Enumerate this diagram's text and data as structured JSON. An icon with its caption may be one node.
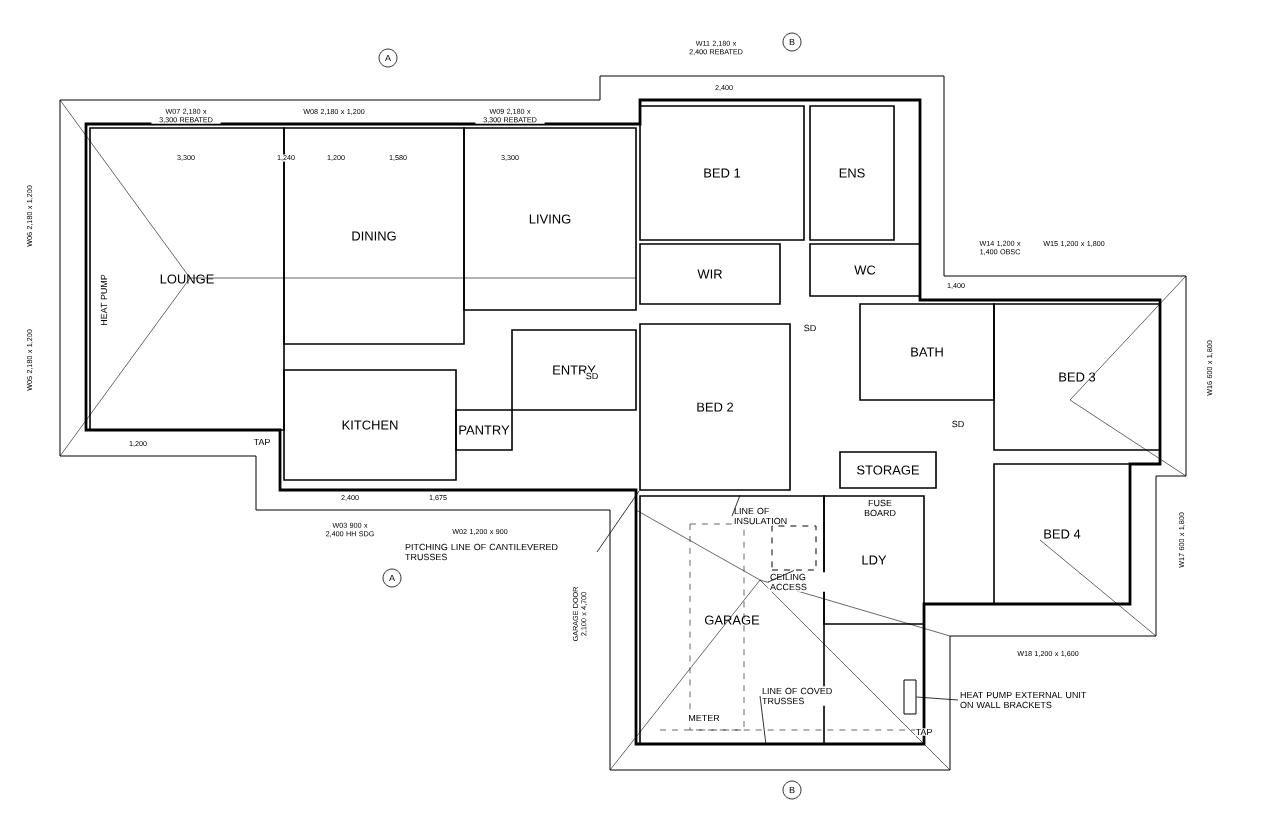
{
  "diagram": {
    "nodes": [
      {
        "text": [
          "LOUNGE"
        ]
      },
      {
        "text": [
          "DINING"
        ]
      },
      {
        "text": [
          "LIVING"
        ]
      },
      {
        "text": [
          "KITCHEN"
        ]
      },
      {
        "text": [
          "PANTRY"
        ]
      },
      {
        "text": [
          "ENTRY"
        ]
      },
      {
        "text": [
          "BED 1"
        ]
      },
      {
        "text": [
          "WIR"
        ]
      },
      {
        "text": [
          "ENS"
        ]
      },
      {
        "text": [
          "WC"
        ]
      },
      {
        "text": [
          "BATH"
        ]
      },
      {
        "text": [
          "BED 2"
        ]
      },
      {
        "text": [
          "BED 3"
        ]
      },
      {
        "text": [
          "STORAGE"
        ]
      },
      {
        "text": [
          "GARAGE"
        ]
      },
      {
        "text": [
          "LDY"
        ]
      },
      {
        "text": [
          "BED 4"
        ]
      },
      {
        "text": [
          "PITCHING LINE OF CANTILEVERED TRUSSES"
        ]
      },
      {
        "text": [
          "LINE OF INSULATION"
        ],
        "in": 14
      },
      {
        "text": [
          "CEILING ACCESS"
        ],
        "in": 14
      },
      {
        "text": [
          "LINE OF COVED TRUSSES"
        ],
        "in": 14
      },
      {
        "text": [
          "HEAT PUMP EXTERNAL UNIT ON WALL BRACKETS"
        ]
      },
      {
        "text": [],
        "shape": "box",
        "in": 14
      },
      {
        "text": [],
        "shape": "box"
      }
    ],
    "edges": [
      {
        "from": 17,
        "to": 11,
        "arrow": "none"
      },
      {
        "from": 18,
        "to": 14,
        "arrow": "none"
      },
      {
        "from": 19,
        "to": 22,
        "arrow": "none"
      },
      {
        "from": 20,
        "to": 14,
        "arrow": "none"
      },
      {
        "from": 21,
        "to": 23,
        "arrow": "none"
      }
    ],
    "labels": [
      "A",
      "B",
      "A",
      "B",
      "W07 2,180 x 3,300 REBATED",
      "W08 2,180 x 1,200",
      "W09 2,180 x 3,300 REBATED",
      "W11 2,180 x 2,400 REBATED",
      "W14 1,200 x 1,400 OBSC",
      "W15 1,200 x 1,800",
      "W06 2,180 x 1,200",
      "W05 2,180 x 1,200",
      "W16 600 x 1,800",
      "W17 600 x 1,800",
      "W18 1,200 x 1,600",
      "W03 900 x 2,400 HH SDG",
      "W02 1,200 x 900",
      "GARAGE DOOR 2,100 x 4,700",
      "3,300",
      "1,240",
      "1,200",
      "1,580",
      "3,300",
      "2,400",
      "1,400",
      "1,200",
      "2,400",
      "1,675",
      "HEAT PUMP",
      "SD",
      "SD",
      "SD",
      "TAP",
      "TAP",
      "METER",
      "FUSE BOARD"
    ]
  }
}
